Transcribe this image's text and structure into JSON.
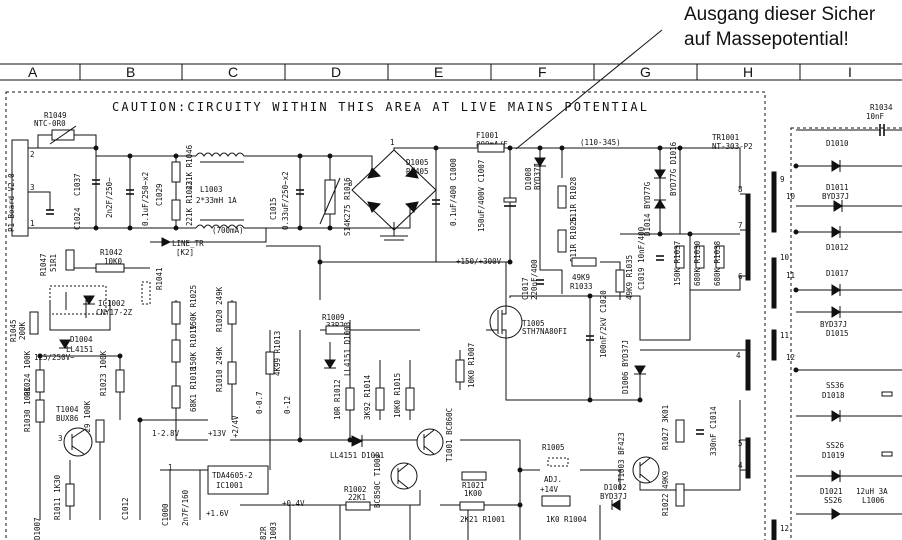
{
  "callout": {
    "line1": "Ausgang dieser Sicher",
    "line2": "auf Massepotential!"
  },
  "columns": [
    "A",
    "B",
    "C",
    "D",
    "E",
    "F",
    "G",
    "H",
    "I"
  ],
  "caution": "CAUTION:CIRCUITY WITHIN THIS AREA AT LIVE MAINS POTENTIAL",
  "labels": {
    "r1049": "R1049",
    "ntc": "NTC-0R0",
    "pj1": "P1-Board V2.0",
    "c1037": "C1037",
    "c1024": "C1024",
    "c1037v": "2n2F/250~",
    "c1029v": "0.1uF/250~x2",
    "c1029": "C1029",
    "r1046": "221K R1046",
    "r1043": "221K R1043",
    "l1003": "L1003",
    "l1003v": "2*33mH 1A",
    "l1003b": "(700mA)",
    "c1015": "C1015",
    "c1015v": "0.33uF/250~x2",
    "r1016": "S14K275 R1016",
    "d1005": "D1005",
    "d1005v": "RS405",
    "f1001": "F1001",
    "f1001v": "800mA/F",
    "c1000": "0.1uF/400 C1000",
    "c1007": "150uF/400V C1007",
    "d1008": "D1008",
    "d1008v": "BYD37J",
    "r1028": "511R R1028",
    "r1026": "511R R1026",
    "r1033v": "49K9",
    "r1033": "R1033",
    "r1035": "49K9 R1035",
    "c1017": "C1017",
    "c1017v": "220nF/400",
    "c1019": "C1019 10nF/400",
    "r1037": "150K R1037",
    "r1030": "680K R1030",
    "r1038": "680K R1038",
    "n110": "(110-345)",
    "d1014": "D1014 BYD77G",
    "d1016": "BYD77G D1016",
    "tr1001": "TR1001",
    "tr1001v": "NT-303-P2",
    "p8": "8",
    "p7": "7",
    "p6": "6",
    "p4": "4",
    "p5": "5",
    "r1034": "R1034",
    "r1034v": "10nF",
    "d1010": "D1010",
    "d1011": "D1011",
    "d1011v": "BYD37J",
    "d1012": "D1012",
    "d1017": "D1017",
    "d1015a": "BYD37J",
    "d1015": "D1015",
    "s10": "10",
    "s11": "11",
    "s11b": "11",
    "s12": "12",
    "s12b": "12",
    "s9": "9",
    "ss36": "SS36",
    "d1018": "D1018",
    "ss26": "SS26",
    "d1019": "D1019",
    "d1021": "D1021",
    "d1021v": "SS26",
    "l1006v": "12uH 3A",
    "l1006": "L1006",
    "r1042": "R1042",
    "r1042v": "10K0",
    "line_tr": "LINE_TR",
    "k2": "[K2]",
    "r1047": "R1047",
    "r1047v": "51R1",
    "r1045": "R1045",
    "r1045v": "200K",
    "ic1002": "IC1002",
    "ic1002v": "CNY17-2Z",
    "r1041": "R1041",
    "d1004": "D1004",
    "d1004v": "LL4151",
    "v125": "125/250V~",
    "r1024": "R1024 100K",
    "r1030b": "R1030 100K",
    "r1023": "R1023 100K",
    "t1004": "T1004",
    "t1004v": "BUX86",
    "r1029": "R1029 100K",
    "r1025": "150K R1025",
    "r1019": "150K R1019",
    "r1018": "68K1 R1018",
    "r1020": "R1020 249K",
    "r1010": "R1010 249K",
    "r1009": "R1009",
    "r1009v": "33R2",
    "r1013": "4K99 R1013",
    "d1003": "LL4151 D1003",
    "r1012": "10R R1012",
    "r1014": "3K92 R1014",
    "r1015": "10K0 R1015",
    "r1007": "10K0 R1007",
    "v150": "+150/+300V",
    "t1005": "T1005",
    "t1005v": "STH7NA80FI",
    "c1020": "100nF/2kV C1020",
    "d1006": "D1006 BYD37J",
    "r1027": "R1027 3K01",
    "c1014": "330nF C1014",
    "t1003": "T1003 BF423",
    "r1022": "R1022 49K9",
    "r1005": "R1005",
    "adj": "ADJ.",
    "adjv": "+14V",
    "d1002": "D1002",
    "d1002v": "BYD37J",
    "r1004": "1K0 R1004",
    "r1021": "R1021",
    "r1021v": "1K00",
    "t1001": "T1001 BC860C",
    "t1002": "BC850C T1002",
    "d1001": "LL4151 D1001",
    "ic1001": "TDA4605-2",
    "ic1001v": "IC1001",
    "v13": "+13V",
    "v24": "+2/4V",
    "v07": "0-0.7",
    "v012": "0-12",
    "v12": "1-2.8V",
    "v1": "1",
    "v16": "+1.6V",
    "v04": "+0.4V",
    "r1002": "R1002",
    "r1002v": "22K1",
    "r1001": "2K21 R1001",
    "r1011": "R1011 1K30",
    "c1012": "C1012",
    "c1000b": "C1000",
    "c1000v": "2n7F/160",
    "d1007": "D1007",
    "r8": "82R",
    "r8b": "1003"
  }
}
